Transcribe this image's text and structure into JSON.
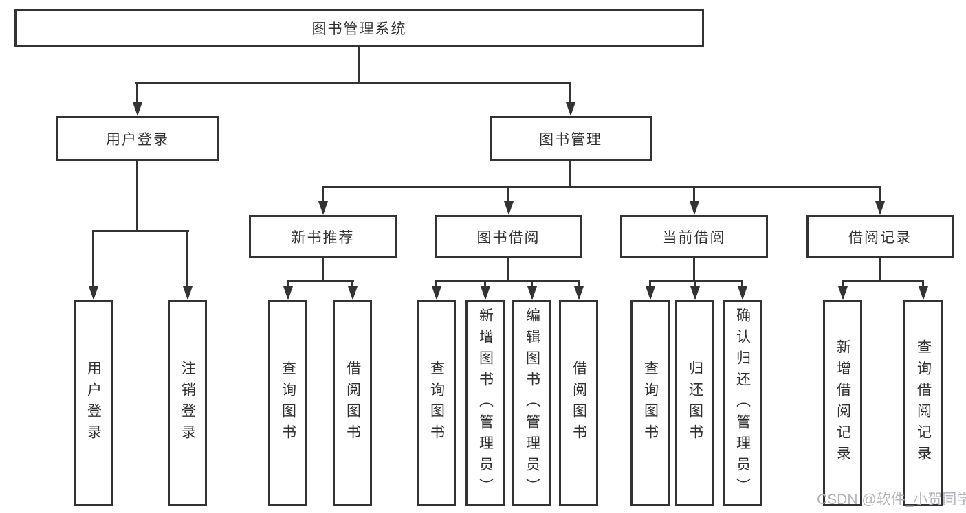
{
  "diagram": {
    "root_label": "图书管理系统",
    "level2": [
      "用户登录",
      "图书管理"
    ],
    "level3": [
      "新书推荐",
      "图书借阅",
      "当前借阅",
      "借阅记录"
    ],
    "leaves": {
      "user_login": [
        "用户登录",
        "注销登录"
      ],
      "new_book": [
        "查询图书",
        "借阅图书"
      ],
      "book_borrow": [
        "查询图书",
        "新增图书（管理员）",
        "编辑图书（管理员）",
        "借阅图书"
      ],
      "current_borrow": [
        "查询图书",
        "归还图书",
        "确认归还（管理员）"
      ],
      "borrow_records": [
        "新增借阅记录",
        "查询借阅记录"
      ]
    }
  },
  "watermark": "CSDN @软件_小贺同学",
  "colors": {
    "line": "#333333",
    "text": "#303030",
    "watermark": "#b2b5ba",
    "background": "#ffffff"
  }
}
